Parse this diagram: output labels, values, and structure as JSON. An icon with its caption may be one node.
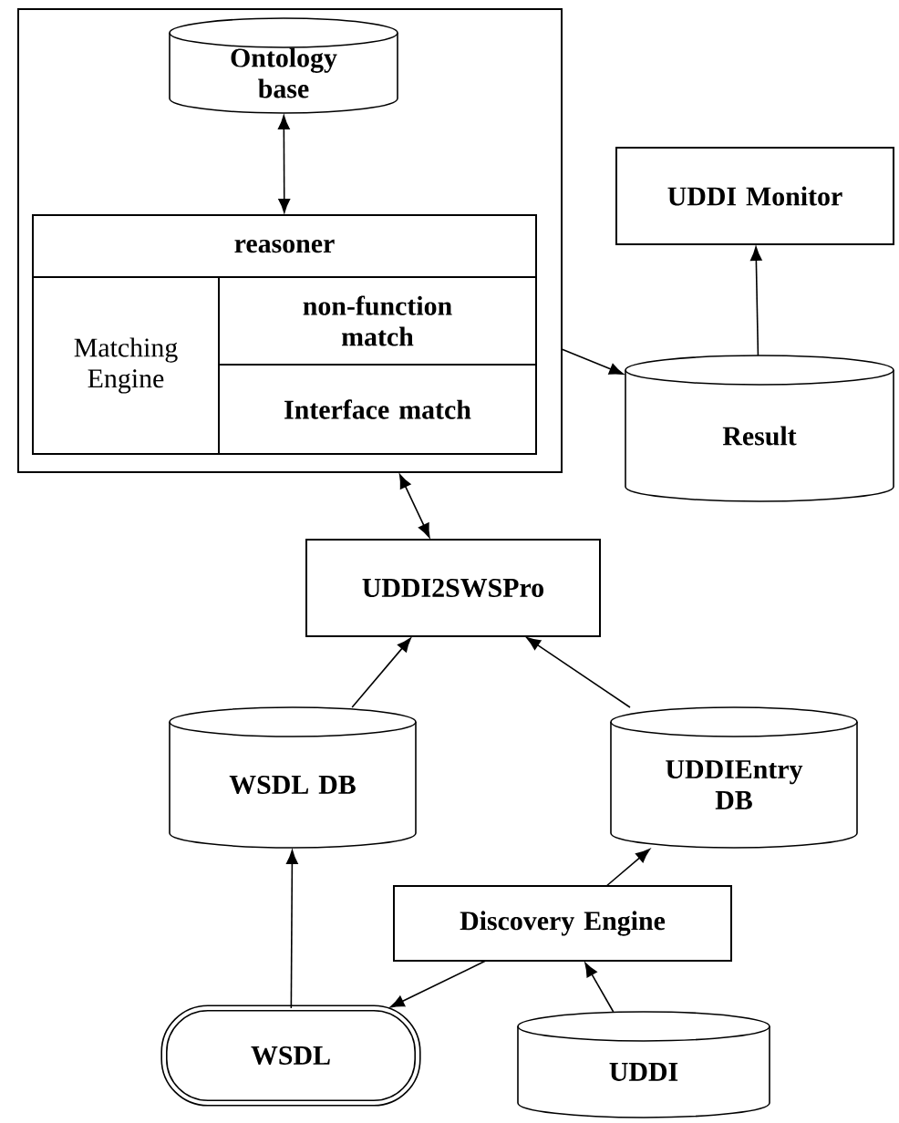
{
  "diagram": {
    "nodes": [
      {
        "text": [],
        "shape": "box"
      },
      {
        "text": [
          "Ontology base"
        ],
        "in": 0
      },
      {
        "text": [
          "Matching Engine"
        ],
        "in": 0
      },
      {
        "text": [
          "reasoner"
        ],
        "in": 2
      },
      {
        "text": [
          "non-function match"
        ],
        "in": 2
      },
      {
        "text": [
          "Interface match"
        ],
        "in": 2
      },
      {
        "text": [
          "UDDI Monitor"
        ]
      },
      {
        "text": [
          "Result"
        ]
      },
      {
        "text": [
          "UDDI2SWSPro"
        ]
      },
      {
        "text": [
          "WSDL DB"
        ]
      },
      {
        "text": [
          "UDDIEntry DB"
        ]
      },
      {
        "text": [
          "Discovery Engine"
        ]
      },
      {
        "text": [
          "WSDL"
        ]
      },
      {
        "text": [
          "UDDI"
        ]
      }
    ],
    "edges": [
      {
        "from": 1,
        "to": 3,
        "arrow": "both"
      },
      {
        "from": 0,
        "to": 7,
        "arrow": "to"
      },
      {
        "from": 7,
        "to": 6,
        "arrow": "to"
      },
      {
        "from": 0,
        "to": 8,
        "arrow": "both"
      },
      {
        "from": 9,
        "to": 8,
        "arrow": "to"
      },
      {
        "from": 10,
        "to": 8,
        "arrow": "to"
      },
      {
        "from": 12,
        "to": 9,
        "arrow": "to"
      },
      {
        "from": 11,
        "to": 12,
        "arrow": "to"
      },
      {
        "from": 11,
        "to": 10,
        "arrow": "to"
      },
      {
        "from": 13,
        "to": 11,
        "arrow": "to"
      }
    ]
  }
}
